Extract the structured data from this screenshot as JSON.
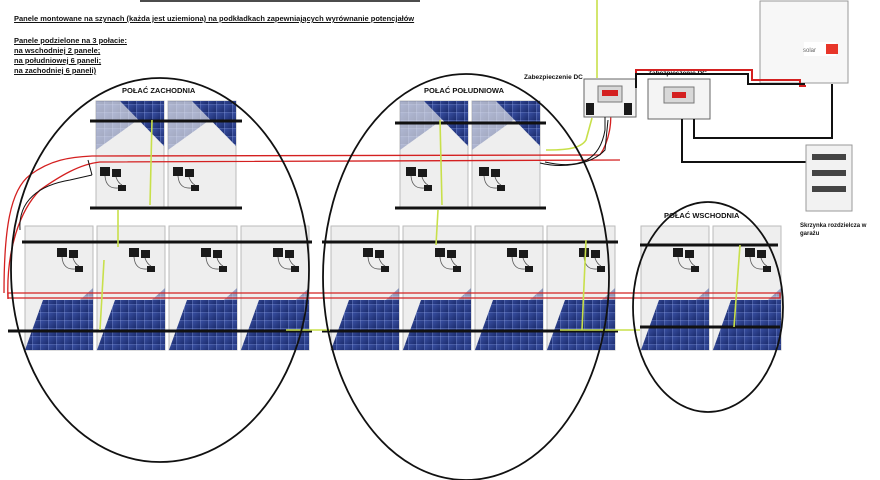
{
  "notes": {
    "header": "Panele montowane na szynach (każda jest uziemiona) na podkładkach zapewniających wyrównanie potencjałów",
    "split_title": "Panele podzielone na 3 połacie:",
    "lines": [
      "na wschodniej 2 panele;",
      "na południowej 6 paneli;",
      "na zachodniej 6 paneli)"
    ]
  },
  "roofs": {
    "west": "POŁAĆ ZACHODNIA",
    "south": "POŁAĆ POŁUDNIOWA",
    "east": "POŁAĆ WSCHODNIA"
  },
  "equipment": {
    "dc_protection_1": "Zabezpieczenie DC",
    "dc_protection_2": "Zabezpieczenie DC",
    "inverter_brand": "solar",
    "distribution_box": "Skrzynka rozdzielcza w garażu"
  },
  "colors": {
    "ac_cable": "#d42020",
    "ground_cable": "#c8e04a",
    "rail": "#111111",
    "panel_cell": "#2a3f8f"
  }
}
